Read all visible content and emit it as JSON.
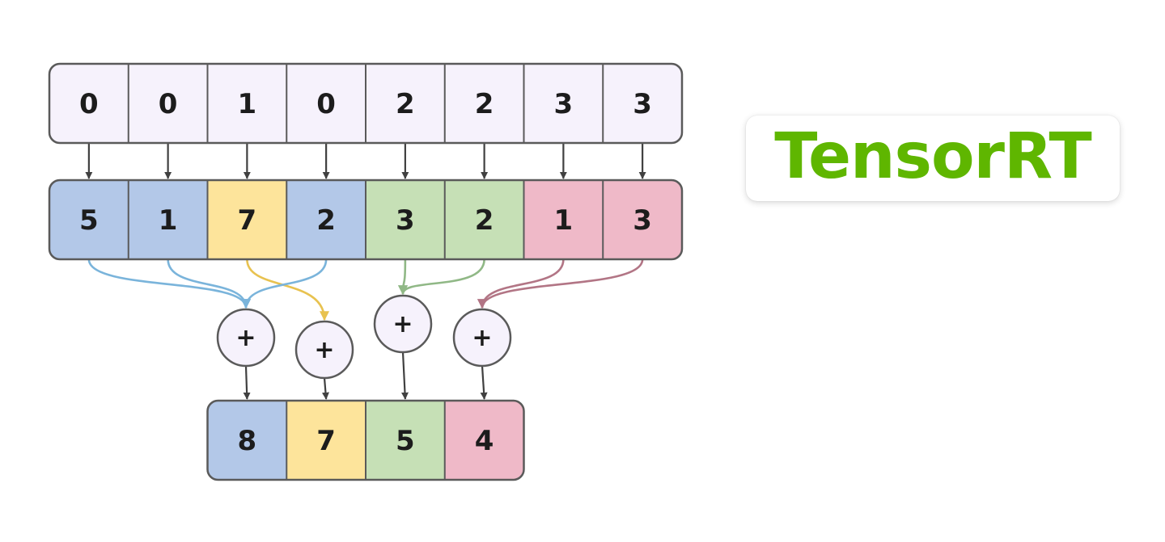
{
  "indices": [
    "0",
    "0",
    "1",
    "0",
    "2",
    "2",
    "3",
    "3"
  ],
  "values": [
    "5",
    "1",
    "7",
    "2",
    "3",
    "2",
    "1",
    "3"
  ],
  "groups": [
    "0",
    "0",
    "1",
    "0",
    "2",
    "2",
    "3",
    "3"
  ],
  "results": [
    "8",
    "7",
    "5",
    "4"
  ],
  "plus_symbol": "+",
  "logo": {
    "text": "TensorRT",
    "color": "#5fb600"
  },
  "colors": {
    "index_fill": "#f6f2fc",
    "group_fills": [
      "#b3c8e8",
      "#fde49b",
      "#c6e0b6",
      "#efb9c8"
    ],
    "arrow_colors": [
      "#7ab4db",
      "#e8c250",
      "#90b886",
      "#b27585"
    ],
    "stroke": "#5a5a5a",
    "down_arrow": "#404040"
  }
}
